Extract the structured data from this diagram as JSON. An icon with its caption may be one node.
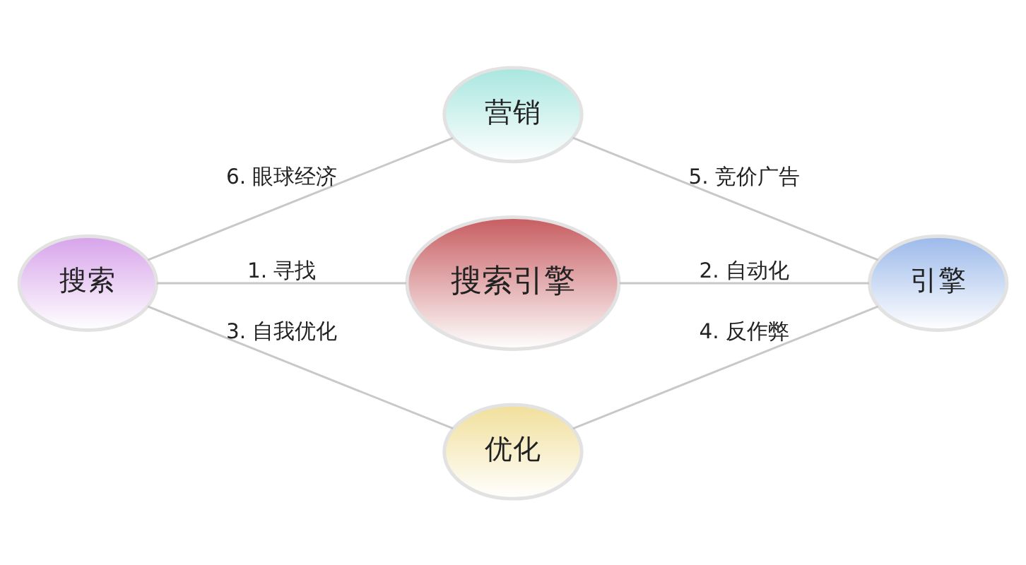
{
  "diagram": {
    "nodes": [
      {
        "text": [
          "营销"
        ]
      },
      {
        "text": [
          "搜索"
        ]
      },
      {
        "text": [
          "搜索引擎"
        ]
      },
      {
        "text": [
          "引擎"
        ]
      },
      {
        "text": [
          "优化"
        ]
      }
    ],
    "edges": [
      {
        "from": 1,
        "to": 0,
        "arrow": "none",
        "label": "6. 眼球经济"
      },
      {
        "from": 0,
        "to": 3,
        "arrow": "none",
        "label": "5. 竞价广告"
      },
      {
        "from": 1,
        "to": 2,
        "arrow": "none",
        "label": "1. 寻找"
      },
      {
        "from": 2,
        "to": 3,
        "arrow": "none",
        "label": "2. 自动化"
      },
      {
        "from": 1,
        "to": 4,
        "arrow": "none",
        "label": "3. 自我优化"
      },
      {
        "from": 4,
        "to": 3,
        "arrow": "none",
        "label": "4. 反作弊"
      }
    ]
  }
}
